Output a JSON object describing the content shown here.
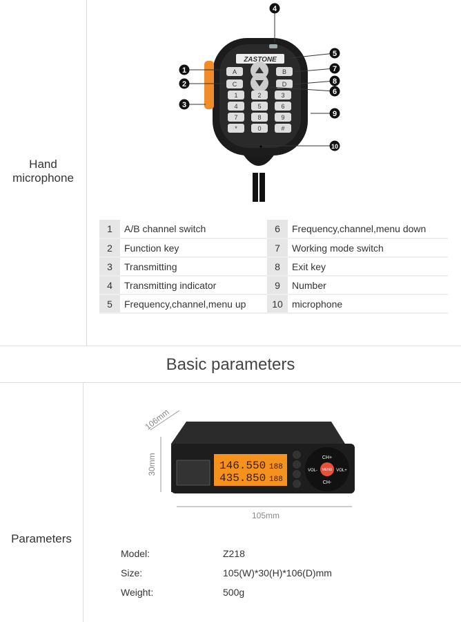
{
  "hand_microphone": {
    "label": "Hand microphone",
    "brand": "ZASTONE",
    "callouts": [
      "1",
      "2",
      "3",
      "4",
      "5",
      "6",
      "7",
      "8",
      "9",
      "10"
    ],
    "keys": [
      "A",
      "B",
      "C",
      "D",
      "1",
      "2",
      "3",
      "4",
      "5",
      "6",
      "7",
      "8",
      "9",
      "*",
      "0",
      "#"
    ],
    "legend": [
      {
        "n": "1",
        "text": "A/B channel switch"
      },
      {
        "n": "2",
        "text": "Function key"
      },
      {
        "n": "3",
        "text": "Transmitting"
      },
      {
        "n": "4",
        "text": "Transmitting indicator"
      },
      {
        "n": "5",
        "text": "Frequency,channel,menu up"
      },
      {
        "n": "6",
        "text": "Frequency,channel,menu down"
      },
      {
        "n": "7",
        "text": "Working mode switch"
      },
      {
        "n": "8",
        "text": "Exit key"
      },
      {
        "n": "9",
        "text": "Number"
      },
      {
        "n": "10",
        "text": "microphone"
      }
    ]
  },
  "basic_parameters": {
    "title": "Basic parameters",
    "label": "Parameters",
    "dimensions": {
      "depth": "106mm",
      "height": "30mm",
      "width": "105mm"
    },
    "display": {
      "freq_a": "146.550",
      "freq_b": "435.850",
      "ch": "188"
    },
    "buttons": {
      "up": "CH+",
      "down": "CH-",
      "left": "VOL-",
      "right": "VOL+",
      "center": "MENU"
    },
    "specs": [
      {
        "key": "Model:",
        "value": "Z218"
      },
      {
        "key": "Size:",
        "value": "105(W)*30(H)*106(D)mm"
      },
      {
        "key": "Weight:",
        "value": "500g"
      }
    ]
  }
}
